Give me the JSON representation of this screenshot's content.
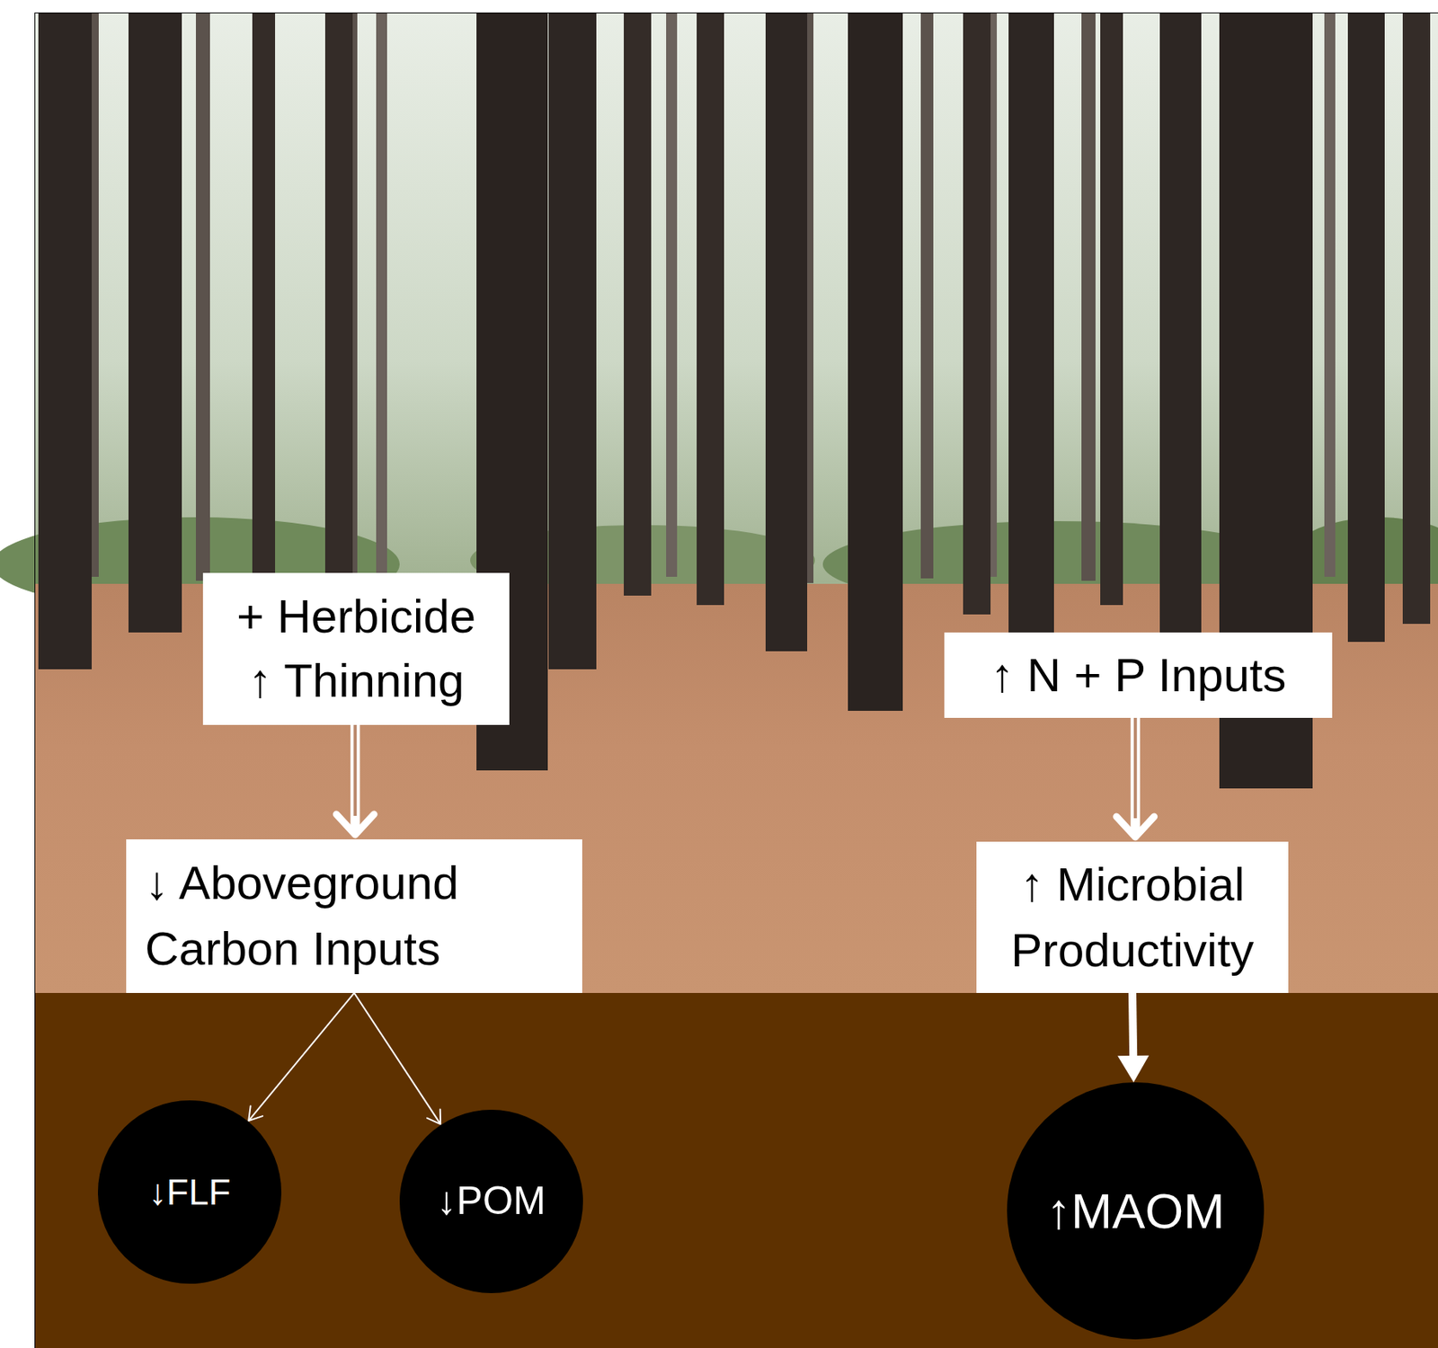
{
  "diagram": {
    "nodes": [
      {
        "text": [
          "+ Herbicide",
          "↑ Thinning"
        ]
      },
      {
        "text": [
          "↑ N + P Inputs"
        ]
      },
      {
        "text": [
          "↓ Aboveground Carbon Inputs"
        ]
      },
      {
        "text": [
          "↑ Microbial Productivity"
        ]
      },
      {
        "text": [
          "↓FLF"
        ]
      },
      {
        "text": [
          "↓POM"
        ]
      },
      {
        "text": [
          "↑MAOM"
        ]
      }
    ],
    "edges": [
      {
        "from": 0,
        "to": 2,
        "arrow": "to"
      },
      {
        "from": 1,
        "to": 3,
        "arrow": "to"
      },
      {
        "from": 2,
        "to": 4,
        "arrow": "to"
      },
      {
        "from": 2,
        "to": 5,
        "arrow": "to"
      },
      {
        "from": 3,
        "to": 6,
        "arrow": "to"
      }
    ]
  }
}
